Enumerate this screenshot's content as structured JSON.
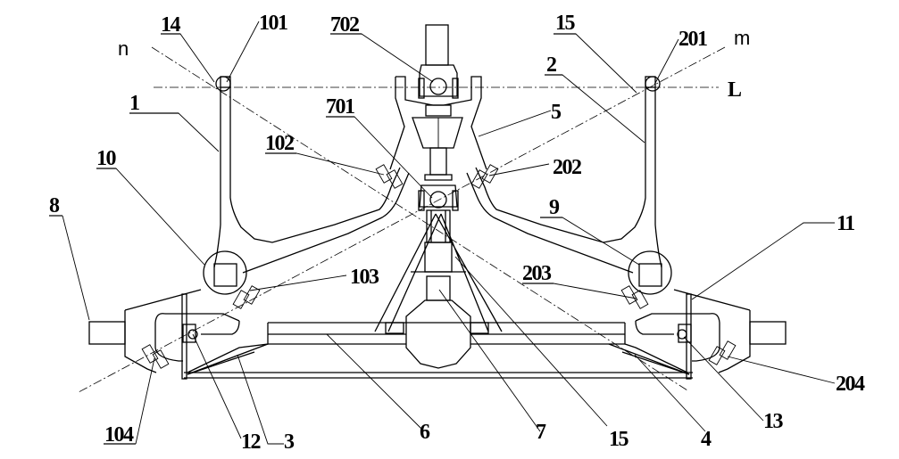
{
  "figure": {
    "type": "patent mechanical drawing",
    "axis_labels": {
      "n": "n",
      "m": "m",
      "L": "L"
    },
    "labels": {
      "l14": "14",
      "l101": "101",
      "l702": "702",
      "l15a": "15",
      "l201": "201",
      "l1": "1",
      "l2": "2",
      "l701": "701",
      "l5": "5",
      "l102": "102",
      "l202": "202",
      "l10": "10",
      "l9": "9",
      "l8": "8",
      "l11": "11",
      "l103": "103",
      "l203": "203",
      "l204": "204",
      "l104": "104",
      "l12": "12",
      "l3": "3",
      "l6": "6",
      "l7": "7",
      "l15b": "15",
      "l4": "4",
      "l13": "13"
    },
    "colors": {
      "line": "#000000",
      "background": "#ffffff"
    }
  }
}
